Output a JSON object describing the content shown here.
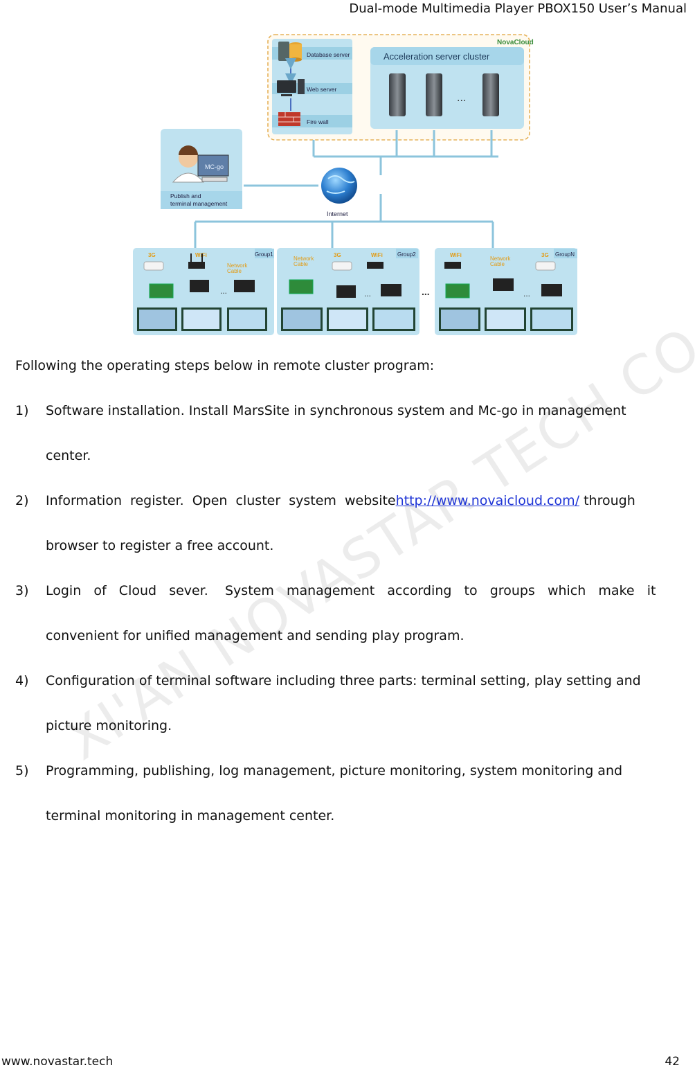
{
  "header": {
    "title": "Dual-mode Multimedia Player PBOX150 User’s Manual"
  },
  "footer": {
    "website": "www.novastar.tech",
    "page": "42"
  },
  "watermark": "XI'AN NOVASTAR TECH CO., LTD",
  "diagram": {
    "brand": "NovaCloud",
    "cluster_title": "Acceleration server cluster",
    "database": "Database server",
    "web": "Web server",
    "firewall": "Fire wall",
    "internet": "Internet",
    "mcgo": "MC-go",
    "publish_line1": "Publish and",
    "publish_line2": "terminal management",
    "ellipsis": "...",
    "groups": [
      {
        "name": "Group1",
        "l1": "3G",
        "l2": "WiFi",
        "l3a": "Network",
        "l3b": "Cable"
      },
      {
        "name": "Group2",
        "l1": "Network",
        "l1b": "Cable",
        "l2": "3G",
        "l3": "WiFi"
      },
      {
        "name": "GroupN",
        "l1": "WiFi",
        "l2a": "Network",
        "l2b": "Cable",
        "l3": "3G"
      }
    ]
  },
  "content": {
    "intro": "Following the operating steps below in remote cluster program:",
    "steps": [
      {
        "num": "1)",
        "l1": "Software installation. Install MarsSite in synchronous system and Mc-go in management",
        "l2": "center."
      },
      {
        "num": "2)",
        "l1a": "Information  register.  Open  cluster  system  website",
        "link": "http://www.novaicloud.com/",
        "l1b": " through",
        "l2": "browser to register a free account."
      },
      {
        "num": "3)",
        "l1": "Login   of   Cloud   sever.    System   management   according   to   groups   which   make   it",
        "l2": "convenient for unified management and sending play program."
      },
      {
        "num": "4)",
        "l1": "Configuration of terminal software including three parts: terminal setting, play setting and",
        "l2": "picture monitoring."
      },
      {
        "num": "5)",
        "l1": "Programming, publishing, log management, picture monitoring, system monitoring and",
        "l2": "terminal monitoring in management center."
      }
    ]
  }
}
